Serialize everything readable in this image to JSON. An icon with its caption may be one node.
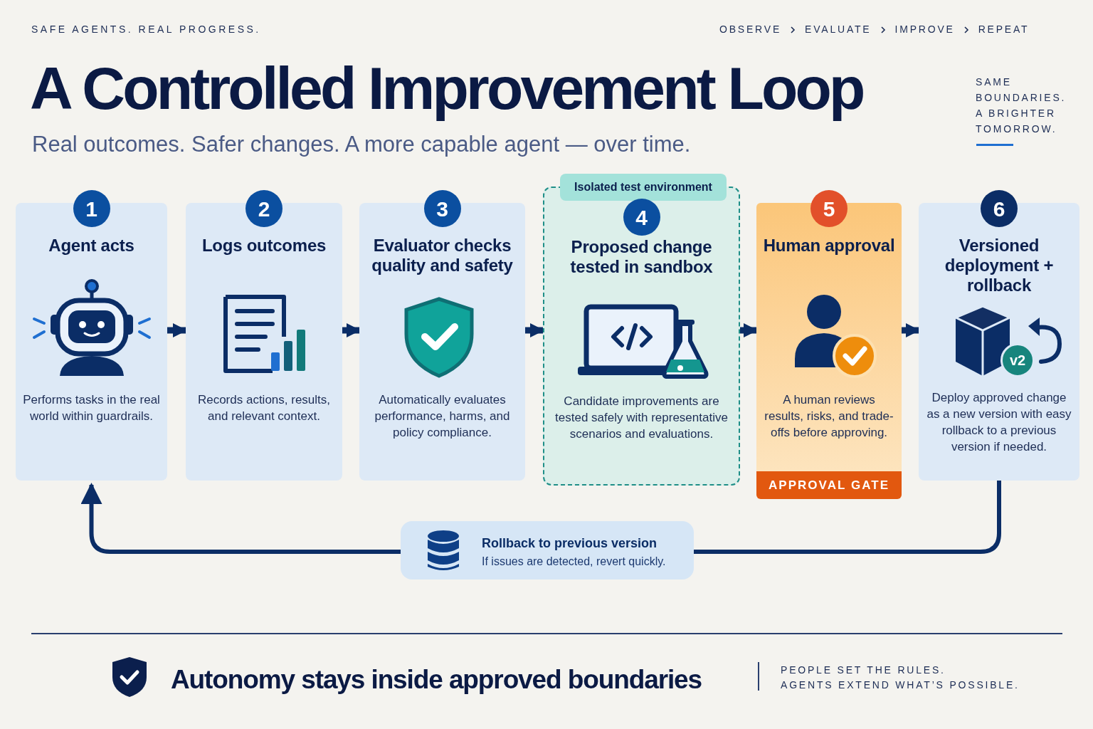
{
  "diagram": {
    "title": "A Controlled Improvement Loop",
    "nodes": [
      {
        "text": [
          "1",
          "Agent acts",
          "Performs tasks in the real world within guardrails."
        ]
      },
      {
        "text": [
          "2",
          "Logs outcomes",
          "Records actions, results, and relevant context."
        ]
      },
      {
        "text": [
          "3",
          "Evaluator checks quality and safety",
          "Automatically evaluates performance, harms, and policy compliance."
        ]
      },
      {
        "text": [
          "Isolated test environment",
          "4",
          "Proposed change tested in sandbox",
          "Candidate improvements are tested safely with representative scenarios and evaluations."
        ]
      },
      {
        "text": [
          "5",
          "Human approval",
          "A human reviews results, risks, and trade-offs before approving.",
          "APPROVAL GATE"
        ]
      },
      {
        "text": [
          "6",
          "Versioned deployment + rollback",
          "v2",
          "Deploy approved change as a new version with easy rollback to a previous version if needed."
        ]
      },
      {
        "text": [
          "Rollback to previous version",
          "If issues are detected, revert quickly."
        ]
      }
    ],
    "edges": [
      {
        "from": 0,
        "to": 1,
        "arrow": "to"
      },
      {
        "from": 1,
        "to": 2,
        "arrow": "to"
      },
      {
        "from": 2,
        "to": 3,
        "arrow": "to"
      },
      {
        "from": 3,
        "to": 4,
        "arrow": "to"
      },
      {
        "from": 4,
        "to": 5,
        "arrow": "to"
      },
      {
        "from": 5,
        "to": 6,
        "arrow": "none"
      },
      {
        "from": 6,
        "to": 0,
        "arrow": "to"
      }
    ],
    "labels": [
      "SAFE AGENTS. REAL PROGRESS.",
      "OBSERVE",
      "EVALUATE",
      "IMPROVE",
      "REPEAT",
      "SAME BOUNDARIES. A BRIGHTER TOMORROW.",
      "Real outcomes. Safer changes. A more capable agent — over time.",
      "Autonomy stays inside approved boundaries",
      "PEOPLE SET THE RULES.",
      "AGENTS EXTEND WHAT’S POSSIBLE."
    ]
  }
}
